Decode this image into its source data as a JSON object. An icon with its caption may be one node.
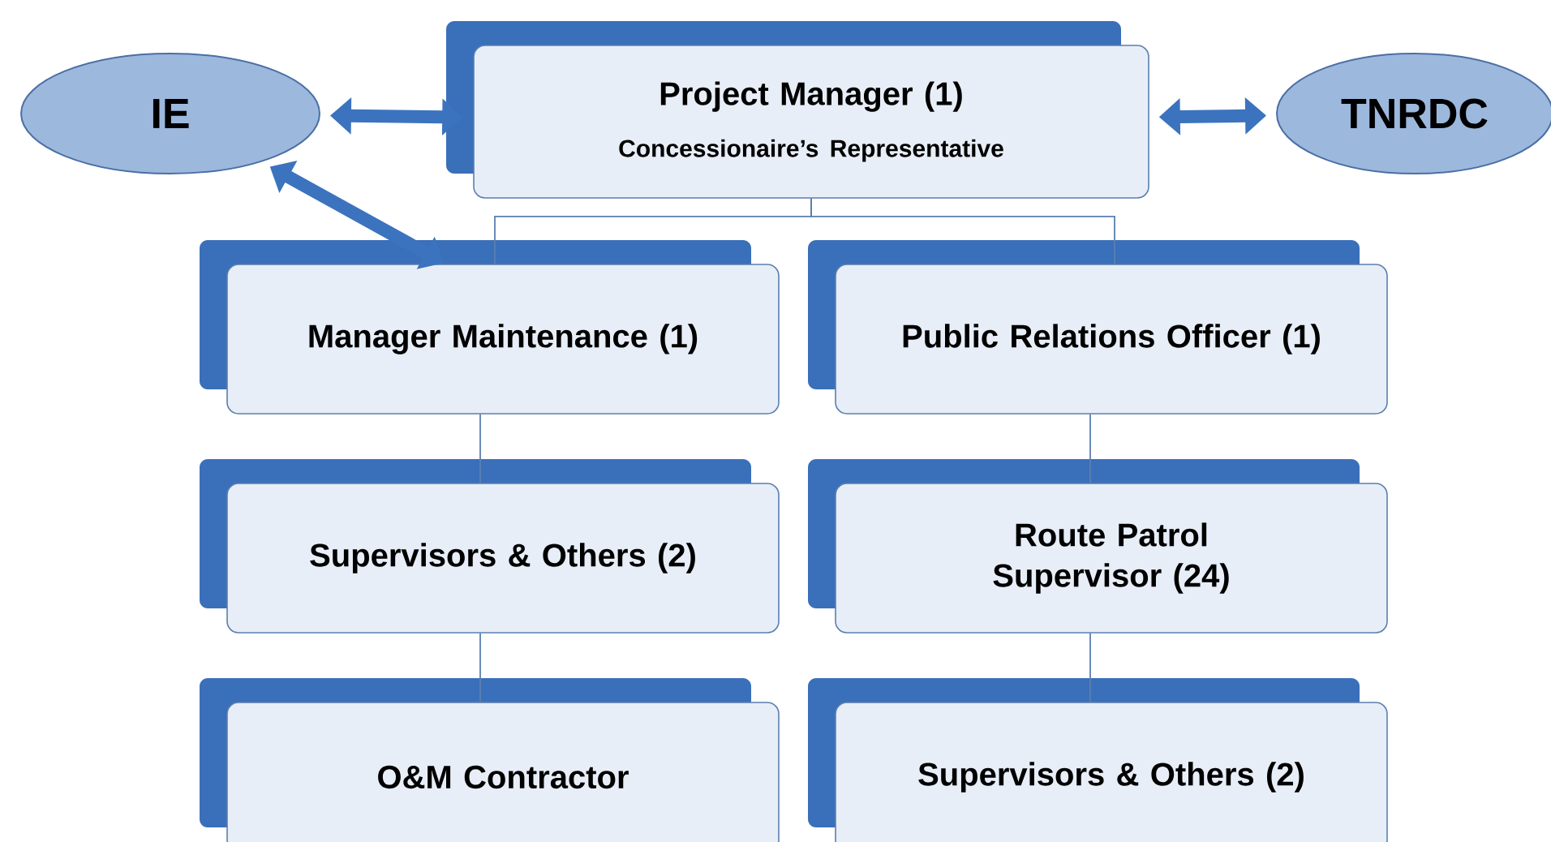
{
  "diagram": {
    "nodes": [
      {
        "text": [
          "IE"
        ]
      },
      {
        "text": [
          "Project Manager (1)",
          "Concessionaire’s Representative"
        ]
      },
      {
        "text": [
          "TNRDC"
        ]
      },
      {
        "text": [
          "Manager Maintenance (1)"
        ]
      },
      {
        "text": [
          "Public Relations Officer (1)"
        ]
      },
      {
        "text": [
          "Supervisors & Others (2)"
        ]
      },
      {
        "text": [
          "Route Patrol Supervisor (24)"
        ]
      },
      {
        "text": [
          "O&M Contractor"
        ]
      },
      {
        "text": [
          "Supervisors & Others (2)"
        ]
      }
    ],
    "edges": [
      {
        "from": 0,
        "to": 1,
        "arrow": "both",
        "style": "thick"
      },
      {
        "from": 1,
        "to": 2,
        "arrow": "both",
        "style": "thick"
      },
      {
        "from": 0,
        "to": 3,
        "arrow": "both",
        "style": "thick"
      },
      {
        "from": 1,
        "to": 3,
        "arrow": "none"
      },
      {
        "from": 1,
        "to": 4,
        "arrow": "none"
      },
      {
        "from": 3,
        "to": 5,
        "arrow": "none"
      },
      {
        "from": 5,
        "to": 7,
        "arrow": "none"
      },
      {
        "from": 4,
        "to": 6,
        "arrow": "none"
      },
      {
        "from": 6,
        "to": 8,
        "arrow": "none"
      }
    ]
  }
}
